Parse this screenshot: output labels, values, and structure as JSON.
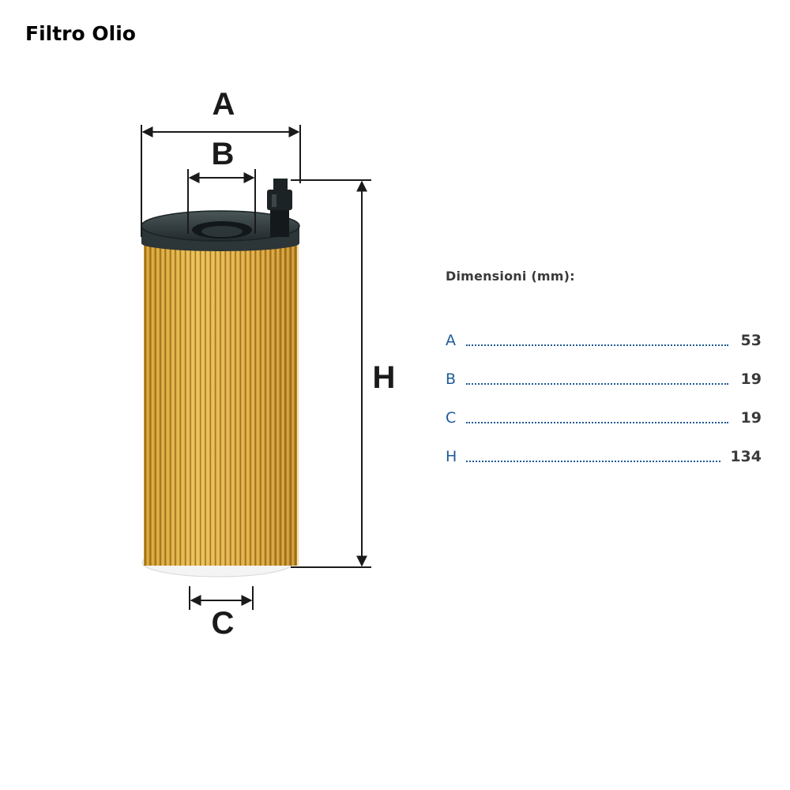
{
  "title": "Filtro Olio",
  "diagram": {
    "labels": {
      "a": "A",
      "b": "B",
      "c": "C",
      "h": "H"
    },
    "colors": {
      "paper": "#d9a63a",
      "paper_light": "#ecc45c",
      "pleat_dark": "#8a5e14",
      "end_cap": "#2f3a3c",
      "outline": "#1a1a1a"
    }
  },
  "specs": {
    "heading": "Dimensioni (mm):",
    "rows": [
      {
        "key": "A",
        "value": "53"
      },
      {
        "key": "B",
        "value": "19"
      },
      {
        "key": "C",
        "value": "19"
      },
      {
        "key": "H",
        "value": "134"
      }
    ],
    "colors": {
      "key": "#1f5a98",
      "value": "#3a3a3a"
    }
  }
}
